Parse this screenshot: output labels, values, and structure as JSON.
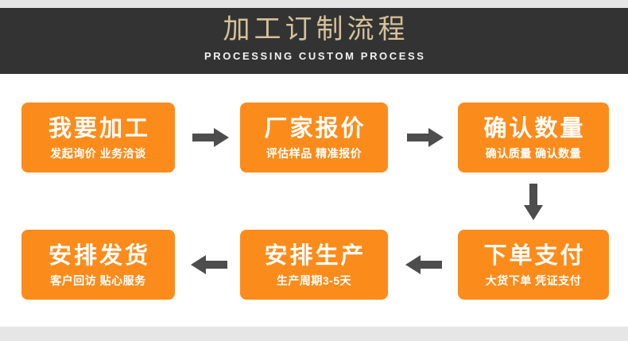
{
  "banner": {
    "title": "加工订制流程",
    "subtitle": "PROCESSING CUSTOM PROCESS",
    "bg_color": "#333333",
    "title_color": "#d5c19a",
    "subtitle_color": "#f2f2f2"
  },
  "theme": {
    "box_color": "#fb8c1c",
    "box_text_color": "#ffffff",
    "arrow_color": "#4d4d4d",
    "page_bg": "#ffffff",
    "strip_color": "#e6e6e6"
  },
  "steps": [
    {
      "id": "step-1",
      "title": "我要加工",
      "subtitle": "发起询价  业务洽谈"
    },
    {
      "id": "step-2",
      "title": "厂家报价",
      "subtitle": "评估样品  精准报价"
    },
    {
      "id": "step-3",
      "title": "确认数量",
      "subtitle": "确认质量  确认数量"
    },
    {
      "id": "step-4",
      "title": "下单支付",
      "subtitle": "大货下单  凭证支付"
    },
    {
      "id": "step-5",
      "title": "安排生产",
      "subtitle": "生产周期3-5天"
    },
    {
      "id": "step-6",
      "title": "安排发货",
      "subtitle": "客户回访  贴心服务"
    }
  ],
  "arrows": [
    {
      "id": "arrow-1",
      "direction": "right",
      "from": "step-1",
      "to": "step-2"
    },
    {
      "id": "arrow-2",
      "direction": "right",
      "from": "step-2",
      "to": "step-3"
    },
    {
      "id": "arrow-3",
      "direction": "down",
      "from": "step-3",
      "to": "step-4"
    },
    {
      "id": "arrow-4",
      "direction": "left",
      "from": "step-4",
      "to": "step-5"
    },
    {
      "id": "arrow-5",
      "direction": "left",
      "from": "step-5",
      "to": "step-6"
    }
  ]
}
